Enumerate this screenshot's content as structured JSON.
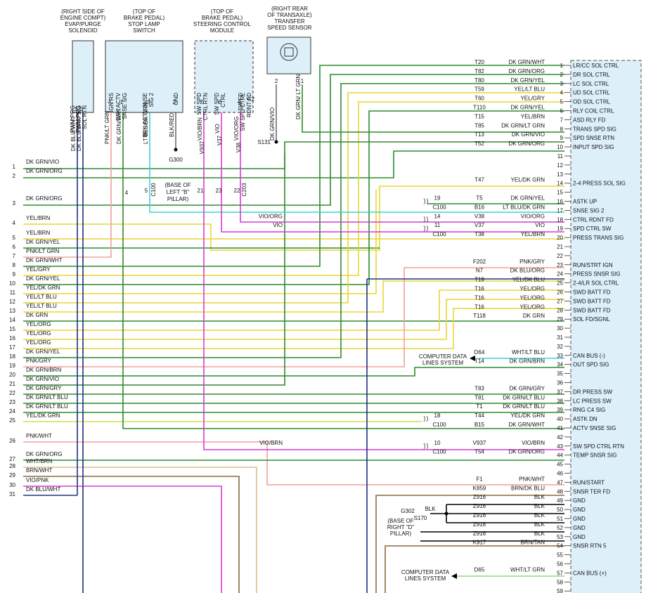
{
  "components": {
    "evap": {
      "title": [
        "(RIGHT SIDE OF",
        "ENGINE COMPT)",
        "EVAP/PURGE",
        "SOLENOID"
      ],
      "pins": [
        {
          "num": "1",
          "label": "PWM PRG S/G"
        },
        {
          "num": "2",
          "label": "PWM PRG SOL RTN"
        }
      ]
    },
    "stop_lamp": {
      "title": [
        "(TOP OF",
        "BRAKE PEDAL)",
        "STOP LAMP",
        "SWITCH"
      ],
      "pins": [
        {
          "num": "4",
          "label": "IGN RS"
        },
        {
          "num": "1",
          "label": "BRK ACTV SNSE SIG"
        },
        {
          "num": "3",
          "label": "BRK ACTV SNSE SIG 2"
        },
        {
          "num": "2",
          "label": "GND"
        }
      ]
    },
    "steering": {
      "title": [
        "(TOP OF",
        "BRAKE PEDAL)",
        "STEERING CONTROL",
        "MODULE"
      ],
      "pins": [
        {
          "num": "5",
          "label": "SW SPD CTRL RTN"
        },
        {
          "num": "6",
          "label": "SW SPD CTRL"
        },
        {
          "num": "4",
          "label": "SW FD"
        },
        {
          "num": "",
          "label": "SW SPD CTRL RDNT FD"
        }
      ],
      "connector": "C2"
    },
    "transfer": {
      "title": [
        "(RIGHT REAR",
        "OF TRANSAXLE)",
        "TRANSFER",
        "SPEED SENSOR"
      ],
      "pins": [
        {
          "num": "2",
          "label": ""
        },
        {
          "num": "1",
          "label": ""
        }
      ]
    }
  },
  "top_wires": {
    "pnk_lt_grn": "PNK/LT GRN",
    "dk_grn_wht": "DK GRN/WHT",
    "lt_blu_dk_grn": "LT BLU/DK GRN",
    "blk_red": "BLK/RED",
    "v937": "V937",
    "v937_color": "VIO/BRN",
    "v37": "V37",
    "v37_color": "VIO",
    "v38": "V38",
    "v38_color": "VIO/ORG",
    "dk_grn_vio": "DK GRN/VIO",
    "dk_grn_lt_grn": "DK GRN/ LT GRN",
    "evap1": "DK BLU/WHT",
    "evap2": "DK BLU/BRN"
  },
  "splices": {
    "g300": "G300",
    "s131": "S131",
    "c100": "C100",
    "c203": "C203",
    "pin4": "4",
    "pin5": "5",
    "pin21": "21",
    "pin23": "23",
    "pin22": "22",
    "pillar_b": [
      "(BASE OF",
      "LEFT \"B\"",
      "PILLAR)"
    ],
    "g302": "G302",
    "s170": "S170",
    "blk": "BLK",
    "pillar_d": [
      "(BASE OF",
      "RIGHT \"D\"",
      "PILLAR)"
    ]
  },
  "left_conn": [
    {
      "n": "1",
      "label": "DK GRN/VIO"
    },
    {
      "n": "2",
      "label": "DK GRN/ORG"
    },
    {
      "n": "3",
      "label": "DK GRN/ORG"
    },
    {
      "n": "4",
      "label": "YEL/BRN"
    },
    {
      "n": "5",
      "label": "YEL/BRN"
    },
    {
      "n": "6",
      "label": "DK GRN/YEL"
    },
    {
      "n": "7",
      "label": "PNK/LT GRN"
    },
    {
      "n": "8",
      "label": "DK GRN/WHT"
    },
    {
      "n": "9",
      "label": "YEL/GRY"
    },
    {
      "n": "10",
      "label": "DK GRN/YEL"
    },
    {
      "n": "11",
      "label": "YEL/DK GRN"
    },
    {
      "n": "12",
      "label": "YEL/LT BLU"
    },
    {
      "n": "13",
      "label": "YEL/LT BLU"
    },
    {
      "n": "14",
      "label": "DK GRN"
    },
    {
      "n": "15",
      "label": "YEL/ORG"
    },
    {
      "n": "16",
      "label": "YEL/ORG"
    },
    {
      "n": "17",
      "label": "YEL/ORG"
    },
    {
      "n": "18",
      "label": "DK GRN/YEL"
    },
    {
      "n": "19",
      "label": "PNK/GRY"
    },
    {
      "n": "20",
      "label": "DK GRN/BRN"
    },
    {
      "n": "21",
      "label": "DK GRN/VIO"
    },
    {
      "n": "22",
      "label": "DK GRN/GRY"
    },
    {
      "n": "23",
      "label": "DK GRN/LT BLU"
    },
    {
      "n": "24",
      "label": "DK GRN/LT BLU"
    },
    {
      "n": "25",
      "label": "YEL/DK GRN"
    },
    {
      "n": "26",
      "label": "PNK/WHT"
    },
    {
      "n": "27",
      "label": "DK GRN/ORG"
    },
    {
      "n": "28",
      "label": "WHT/BRN"
    },
    {
      "n": "29",
      "label": "BRN/WHT"
    },
    {
      "n": "30",
      "label": "VIO/PNK"
    },
    {
      "n": "31",
      "label": "DK BLU/WHT"
    }
  ],
  "right_conn": [
    {
      "pin": "1",
      "code": "T20",
      "color": "DK GRN/WHT",
      "func": "LR/CC SOL CTRL"
    },
    {
      "pin": "2",
      "code": "T82",
      "color": "DK GRN/ORG",
      "func": "DR SOL CTRL"
    },
    {
      "pin": "3",
      "code": "T80",
      "color": "DK GRN/YEL",
      "func": "LC SOL CTRL"
    },
    {
      "pin": "4",
      "code": "T59",
      "color": "YEL/LT BLU",
      "func": "UD SOL CTRL"
    },
    {
      "pin": "5",
      "code": "T60",
      "color": "YEL/GRY",
      "func": "OD SOL CTRL"
    },
    {
      "pin": "6",
      "code": "T110",
      "color": "DK GRN/YEL",
      "func": "RLY COIL CTRL"
    },
    {
      "pin": "7",
      "code": "T15",
      "color": "YEL/BRN",
      "func": "ASD RLY FD"
    },
    {
      "pin": "8",
      "code": "T85",
      "color": "DK GRN/LT GRN",
      "func": "TRANS SPD SIG"
    },
    {
      "pin": "9",
      "code": "T13",
      "color": "DK GRN/VIO",
      "func": "SPD SNSE RTN"
    },
    {
      "pin": "10",
      "code": "T52",
      "color": "DK GRN/ORG",
      "func": "INPUT SPD SIG"
    },
    {
      "pin": "11",
      "code": "",
      "color": "",
      "func": ""
    },
    {
      "pin": "12",
      "code": "",
      "color": "",
      "func": ""
    },
    {
      "pin": "13",
      "code": "",
      "color": "",
      "func": ""
    },
    {
      "pin": "14",
      "code": "T47",
      "color": "YEL/DK GRN",
      "func": "2-4 PRESS SOL SIG"
    },
    {
      "pin": "15",
      "code": "",
      "color": "",
      "func": ""
    },
    {
      "pin": "16",
      "code": "T5",
      "color": "DK GRN/YEL",
      "func": "ASTK UP",
      "cpin": "19"
    },
    {
      "pin": "17",
      "code": "B16",
      "color": "LT BLU/DK GRN",
      "func": "SNSE SIG 2",
      "conn": "C100"
    },
    {
      "pin": "18",
      "code": "V38",
      "color": "VIO/ORG",
      "func": "CTRL RDNT FD",
      "cpin": "14",
      "side": "VIO/ORG"
    },
    {
      "pin": "19",
      "code": "V37",
      "color": "VIO",
      "func": "SPD CTRL SW",
      "cpin": "11",
      "side": "VIO"
    },
    {
      "pin": "20",
      "code": "T38",
      "color": "YEL/BRN",
      "func": "PRESS TRANS SIG",
      "conn": "C100"
    },
    {
      "pin": "21",
      "code": "",
      "color": "",
      "func": ""
    },
    {
      "pin": "22",
      "code": "",
      "color": "",
      "func": ""
    },
    {
      "pin": "23",
      "code": "F202",
      "color": "PNK/GRY",
      "func": "RUN/STRT IGN"
    },
    {
      "pin": "24",
      "code": "N7",
      "color": "DK BLU/ORG",
      "func": "PRESS SNSR SIG"
    },
    {
      "pin": "25",
      "code": "T19",
      "color": "YEL/DK BLU",
      "func": "2-4/LR SOL CTRL"
    },
    {
      "pin": "26",
      "code": "T16",
      "color": "YEL/ORG",
      "func": "SWD BATT FD"
    },
    {
      "pin": "27",
      "code": "T16",
      "color": "YEL/ORG",
      "func": "SWD BATT FD"
    },
    {
      "pin": "28",
      "code": "T16",
      "color": "YEL/ORG",
      "func": "SWD BATT FD"
    },
    {
      "pin": "29",
      "code": "T118",
      "color": "DK GRN",
      "func": "SOL FD/SGNL"
    },
    {
      "pin": "30",
      "code": "",
      "color": "",
      "func": ""
    },
    {
      "pin": "31",
      "code": "",
      "color": "",
      "func": ""
    },
    {
      "pin": "32",
      "code": "",
      "color": "",
      "func": ""
    },
    {
      "pin": "33",
      "code": "D64",
      "color": "WHT/LT BLU",
      "func": "CAN BUS (-)"
    },
    {
      "pin": "34",
      "code": "T14",
      "color": "DK GRN/BRN",
      "func": "OUT SPD SIG"
    },
    {
      "pin": "35",
      "code": "",
      "color": "",
      "func": ""
    },
    {
      "pin": "36",
      "code": "",
      "color": "",
      "func": ""
    },
    {
      "pin": "37",
      "code": "T83",
      "color": "DK GRN/GRY",
      "func": "DR PRESS SW"
    },
    {
      "pin": "38",
      "code": "T81",
      "color": "DK GRN/LT BLU",
      "func": "LC PRESS SW"
    },
    {
      "pin": "39",
      "code": "T1",
      "color": "DK GRN/LT BLU",
      "func": "RNG C4 SIG"
    },
    {
      "pin": "40",
      "code": "T44",
      "color": "YEL/DK GRN",
      "func": "ASTK DN",
      "cpin": "18"
    },
    {
      "pin": "41",
      "code": "B15",
      "color": "DK GRN/WHT",
      "func": "ACTV SNSE SIG",
      "conn": "C100"
    },
    {
      "pin": "42",
      "code": "",
      "color": "",
      "func": ""
    },
    {
      "pin": "43",
      "code": "V937",
      "color": "VIO/BRN",
      "func": "SW SPD CTRL RTN",
      "cpin": "10",
      "side": "VIO/BRN"
    },
    {
      "pin": "44",
      "code": "T54",
      "color": "DK GRN/ORG",
      "func": "TEMP SNSR SIG",
      "conn": "C100"
    },
    {
      "pin": "45",
      "code": "",
      "color": "",
      "func": ""
    },
    {
      "pin": "46",
      "code": "",
      "color": "",
      "func": ""
    },
    {
      "pin": "47",
      "code": "F1",
      "color": "PNK/WHT",
      "func": "RUN/START"
    },
    {
      "pin": "48",
      "code": "K859",
      "color": "BRN/DK BLU",
      "func": "SNSR TER FD"
    },
    {
      "pin": "49",
      "code": "Z916",
      "color": "BLK",
      "func": "GND"
    },
    {
      "pin": "50",
      "code": "Z916",
      "color": "BLK",
      "func": "GND"
    },
    {
      "pin": "51",
      "code": "Z916",
      "color": "BLK",
      "func": "GND"
    },
    {
      "pin": "52",
      "code": "Z916",
      "color": "BLK",
      "func": "GND"
    },
    {
      "pin": "53",
      "code": "Z916",
      "color": "BLK",
      "func": "GND"
    },
    {
      "pin": "54",
      "code": "K917",
      "color": "BRN/TAN",
      "func": "SNSR RTN 5"
    },
    {
      "pin": "55",
      "code": "",
      "color": "",
      "func": ""
    },
    {
      "pin": "56",
      "code": "",
      "color": "",
      "func": ""
    },
    {
      "pin": "57",
      "code": "D65",
      "color": "WHT/LT GRN",
      "func": "CAN BUS (+)"
    },
    {
      "pin": "58",
      "code": "",
      "color": "",
      "func": ""
    },
    {
      "pin": "59",
      "code": "",
      "color": "",
      "func": ""
    }
  ],
  "computer_data": [
    "COMPUTER DATA",
    "LINES SYSTEM"
  ],
  "wire_colors": {
    "dkgrn": "#2e8b2e",
    "yel": "#e8d633",
    "yelgrn": "#d4e04a",
    "vio": "#d63bd6",
    "pnk": "#f0a0a0",
    "lblu": "#40d0d0",
    "dblu": "#203080",
    "brn": "#8a6a3a",
    "tan": "#d4c090",
    "blk": "#000000",
    "gry": "#707070",
    "ltgrn": "#8ce070",
    "box": "#ddf0fa"
  }
}
